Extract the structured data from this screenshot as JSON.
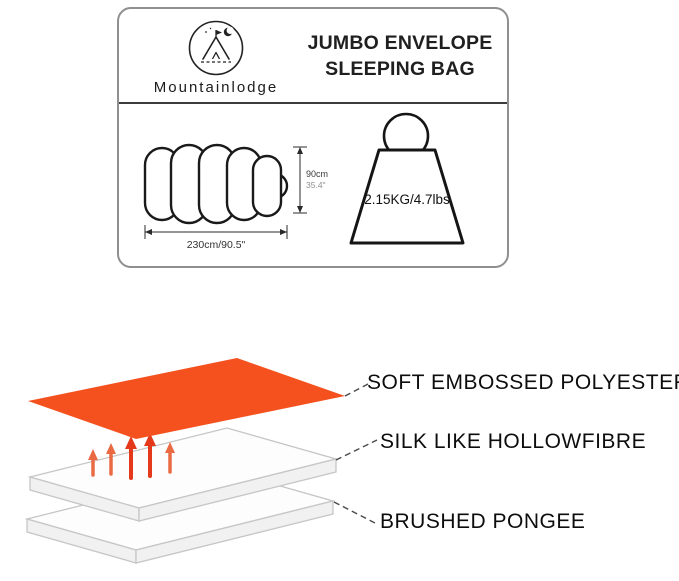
{
  "brand": {
    "name": "Mountainlodge"
  },
  "header": {
    "title_line1": "JUMBO ENVELOPE",
    "title_line2": "SLEEPING BAG"
  },
  "specs": {
    "height_metric": "90cm",
    "height_imperial": "35.4\"",
    "length": "230cm/90.5\"",
    "weight": "2.15KG/4.7lbs"
  },
  "materials": {
    "layer1": "SOFT EMBOSSED POLYESTER",
    "layer2": "SILK LIKE HOLLOWFIBRE",
    "layer3": "BRUSHED PONGEE"
  },
  "colors": {
    "accent": "#F4511E",
    "arrow_strong": "#E5391B",
    "arrow_soft": "#EA6A44"
  }
}
